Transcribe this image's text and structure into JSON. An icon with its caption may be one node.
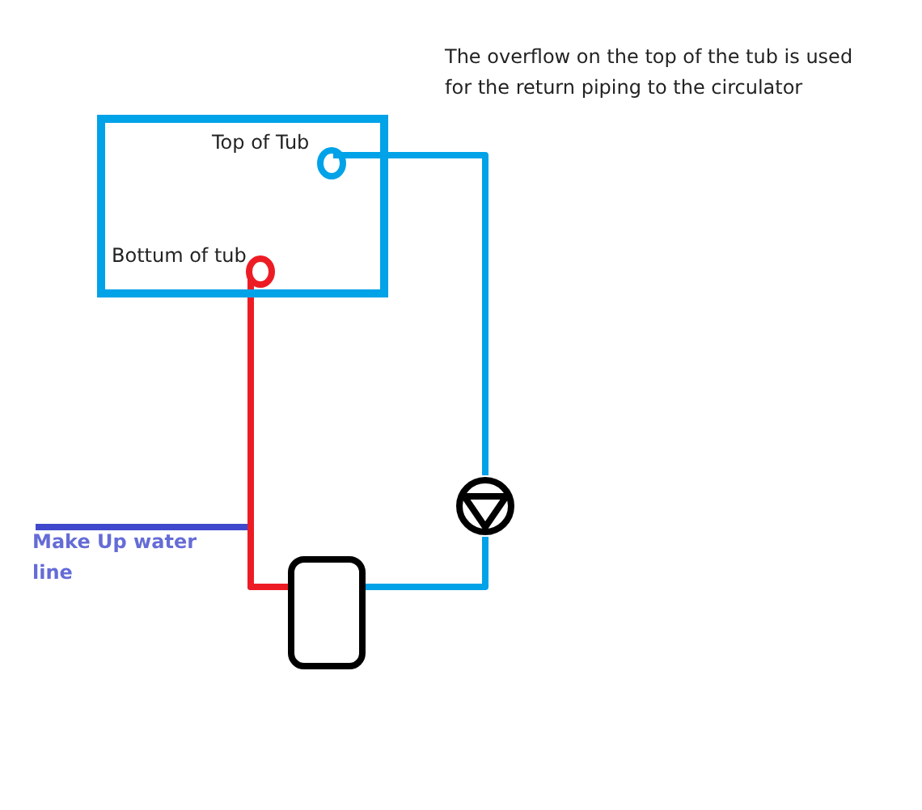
{
  "diagram": {
    "nodes": [
      {
        "text": [],
        "shape": "box"
      },
      {
        "text": [
          "Top of Tub"
        ],
        "in": 0
      },
      {
        "text": [
          "Bottum of tub"
        ],
        "in": 0
      },
      {
        "text": [],
        "shape": "circle"
      },
      {
        "text": [],
        "shape": "box"
      },
      {
        "text": [
          "Make Up water line"
        ]
      }
    ],
    "edges": [
      {
        "from": 2,
        "to": 4,
        "arrow": "none",
        "color": "#ed1c24"
      },
      {
        "from": 1,
        "to": 3,
        "arrow": "none"
      },
      {
        "from": 3,
        "to": 4,
        "arrow": "none"
      },
      {
        "from": 5,
        "to": 4,
        "arrow": "none",
        "color": "#3f48cc"
      }
    ],
    "labels": [
      "The overflow on the top of the tub is used for the return piping to the circulator"
    ]
  }
}
